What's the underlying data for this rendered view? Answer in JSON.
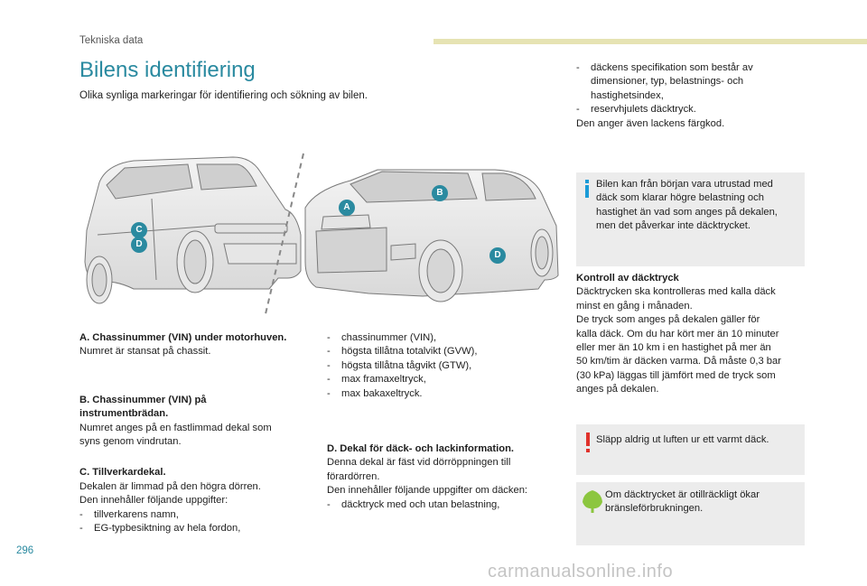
{
  "header": {
    "section": "Tekniska data"
  },
  "page": {
    "title": "Bilens identifiering",
    "subtitle": "Olika synliga markeringar för identifiering och sökning av bilen.",
    "page_number": "296",
    "watermark": "carmanualsonline.info"
  },
  "figure": {
    "markers": [
      "A",
      "B",
      "C",
      "D",
      "D"
    ]
  },
  "col1": {
    "a_head": "A. Chassinummer (VIN) under motorhuven.",
    "a_text": "Numret är stansat på chassit.",
    "b_head1": "B. Chassinummer (VIN) på",
    "b_head2": "instrumentbrädan.",
    "b_text1": "Numret anges på en fastlimmad dekal som",
    "b_text2": "syns genom vindrutan.",
    "c_head": "C. Tillverkardekal.",
    "c_text1": "Dekalen är limmad på den högra dörren.",
    "c_text2": "Den innehåller följande uppgifter:",
    "c_items": [
      "tillverkarens namn,",
      "EG-typbesiktning av hela fordon,"
    ]
  },
  "col2": {
    "items": [
      "chassinummer (VIN),",
      "högsta tillåtna totalvikt (GVW),",
      "högsta tillåtna tågvikt (GTW),",
      "max framaxeltryck,",
      "max bakaxeltryck."
    ],
    "d_head": "D. Dekal för däck- och lackinformation.",
    "d_text1": "Denna dekal är fäst vid dörröppningen till",
    "d_text2": "förardörren.",
    "d_text3": "Den innehåller följande uppgifter om däcken:",
    "d_item": "däcktryck med och utan belastning,"
  },
  "col3": {
    "item1_l1": "däckens specifikation som består av",
    "item1_l2": "dimensioner, typ, belastnings- och",
    "item1_l3": "hastighetsindex,",
    "item2": "reservhjulets däcktryck.",
    "paint": "Den anger även lackens färgkod.",
    "info_lines": [
      "Bilen kan från början vara utrustad med",
      "däck som klarar högre belastning och",
      "hastighet än vad som anges på dekalen,",
      "men det påverkar inte däcktrycket."
    ],
    "k_head": "Kontroll av däcktryck",
    "k_lines": [
      "Däcktrycken ska kontrolleras med kalla däck",
      "minst en gång i månaden.",
      "De tryck som anges på dekalen gäller för",
      "kalla däck. Om du har kört mer än 10 minuter",
      "eller mer än 10 km i en hastighet på mer än",
      "50 km/tim är däcken varma. Då måste 0,3 bar",
      "(30 kPa) läggas till jämfört med de tryck som",
      "anges på dekalen."
    ],
    "warn": "Släpp aldrig ut luften ur ett varmt däck.",
    "eco_l1": "Om däcktrycket är otillräckligt ökar",
    "eco_l2": "bränsleförbrukningen."
  },
  "colors": {
    "accent": "#2a8aa0",
    "warning": "#e0322b",
    "eco": "#8cc63f",
    "info": "#1b9bd7"
  }
}
